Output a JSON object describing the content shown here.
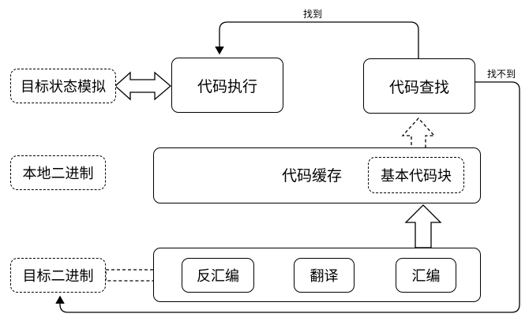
{
  "nodes": {
    "target_state_sim": "目标状态模拟",
    "code_exec": "代码执行",
    "code_lookup": "代码查找",
    "host_binary": "本地二进制",
    "code_cache": "代码缓存",
    "basic_block": "基本代码块",
    "target_binary": "目标二进制",
    "disassemble": "反汇编",
    "translate": "翻译",
    "assemble": "汇编"
  },
  "edges": {
    "found": "找到",
    "not_found": "找不到"
  }
}
